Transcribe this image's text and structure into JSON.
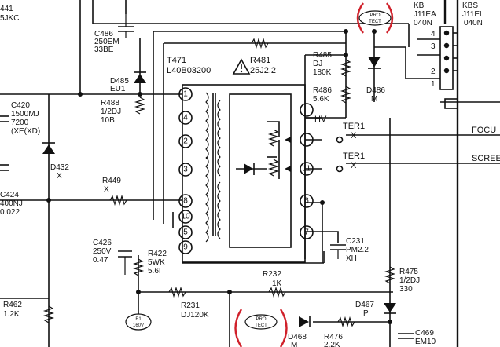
{
  "labels": {
    "c441_name": "441",
    "c441_value": "5JKC",
    "c486_name": "C486",
    "c486_v1": "250EM",
    "c486_v2": "33BE",
    "d485_name": "D485",
    "d485_value": "EU1",
    "t471_name": "T471",
    "t471_part": "L40B03200",
    "r481_name": "R481",
    "r481_value": "25J2.2",
    "r485_name": "R485",
    "r485_v1": "DJ",
    "r485_v2": "180K",
    "r486_name": "R486",
    "r486_value": "5.6K",
    "d486_name": "D486",
    "d486_value": "M",
    "r488_name": "R488",
    "r488_v1": "1/2DJ",
    "r488_v2": "10B",
    "c420_name": "C420",
    "c420_v1": "1500MJ",
    "c420_v2": "7200",
    "c420_v3": "(XE(XD)",
    "d432_name": "D432",
    "d432_value": "X",
    "r449_name": "R449",
    "r449_value": "X",
    "c424_name": "C424",
    "c424_v1": "400NJ",
    "c424_v2": "0.022",
    "c426_name": "C426",
    "c426_v1": "250V",
    "c426_v2": "0.47",
    "r422_name": "R422",
    "r422_v1": "5WK",
    "r422_v2": "5.6I",
    "r462_name": "R462",
    "r462_value": "1.2K",
    "r231_name": "R231",
    "r231_value": "DJ120K",
    "r232_name": "R232",
    "r232_value": "1K",
    "b1_line1": "B1",
    "b1_line2": "160V",
    "c231_name": "C231",
    "c231_v1": "PM2.2",
    "c231_v2": "XH",
    "r475_name": "R475",
    "r475_v1": "1/2DJ",
    "r475_v2": "330",
    "d467_name": "D467",
    "d467_value": "P",
    "d468_name": "D468",
    "d468_value": "M",
    "r476_name": "R476",
    "r476_value": "2.2K",
    "c469_name": "C469",
    "c469_value": "EM10",
    "hv": "HV",
    "ter1_top": "TER1",
    "ter1_top_x": "X",
    "ter1_bot": "TER1",
    "ter1_bot_x": "X",
    "focus": "FOCU",
    "screen": "SCREE",
    "kb_name": "KB",
    "kb_part": "J11EA",
    "kb_pins": "040N",
    "kbs_name": "KBS",
    "kbs_part": "J11EL",
    "kbs_pins": "040N",
    "pin_numbers": [
      "1",
      "4",
      "2",
      "3",
      "8",
      "10",
      "5",
      "9",
      "HV",
      "11",
      "6",
      "7"
    ],
    "connector_pins": [
      "4",
      "3",
      "2",
      "1"
    ],
    "protect_top_l1": "PRO",
    "protect_top_l2": "TECT",
    "protect_bot_l1": "PRO",
    "protect_bot_l2": "TECT"
  }
}
